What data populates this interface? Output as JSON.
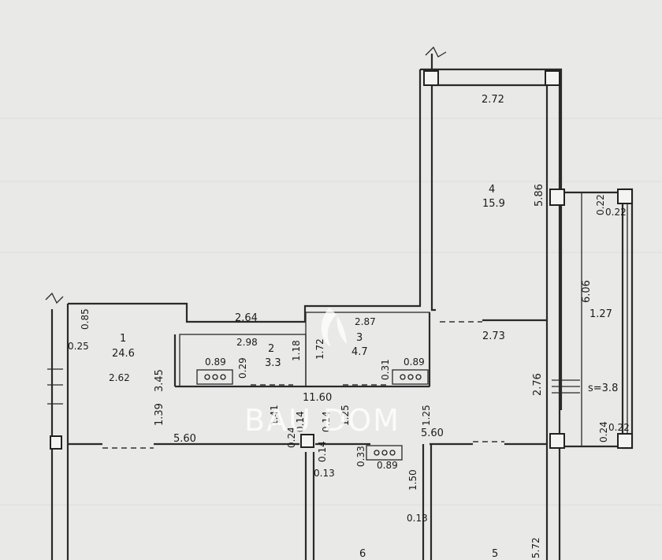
{
  "plan": {
    "rooms": [
      {
        "number": "1",
        "area": "24.6"
      },
      {
        "number": "2",
        "area": "3.3"
      },
      {
        "number": "3",
        "area": "4.7"
      },
      {
        "number": "4",
        "area": "15.9"
      },
      {
        "number": "5",
        "area": ""
      },
      {
        "number": "6",
        "area": ""
      }
    ],
    "balcony_area": "1.27",
    "balcony_s": "s=3.8",
    "dimensions": {
      "top_room4_width": "2.72",
      "room4_length": "5.86",
      "corridor_width": "2.73",
      "balcony_len": "6.06",
      "balcony_w_top_a": "0.22",
      "balcony_w_top_b": "0.22",
      "balcony_w_bot_a": "0.24",
      "balcony_w_bot_b": "0.22",
      "room1_top_stub": "0.85",
      "room1_left_stub": "0.25",
      "room1_depth": "2.62",
      "room1_height": "3.45",
      "room1_lower": "1.39",
      "wall_width_1": "2.64",
      "room2_width": "2.98",
      "room2_height": "1.18",
      "room3_width": "2.87",
      "room3_height": "1.72",
      "vent_a": "0.89",
      "vent_b": "0.29",
      "vent_c": "0.31",
      "vent_d": "0.89",
      "long_span": "11.60",
      "left_span": "5.60",
      "right_span": "5.60",
      "mid_a": "1.41",
      "mid_b": "1.25",
      "mid_c": "1.25",
      "mid_d": "0.24",
      "mid_e": "0.14",
      "mid_f": "0.14",
      "mid_g": "0.14",
      "mid_h": "0.13",
      "mid_i": "0.33",
      "mid_j": "0.89",
      "lower_a": "1.50",
      "lower_b": "0.13",
      "lower_right": "5.72",
      "stair_dim": "2.76"
    }
  },
  "watermark": {
    "brand": "BAU DOM"
  }
}
